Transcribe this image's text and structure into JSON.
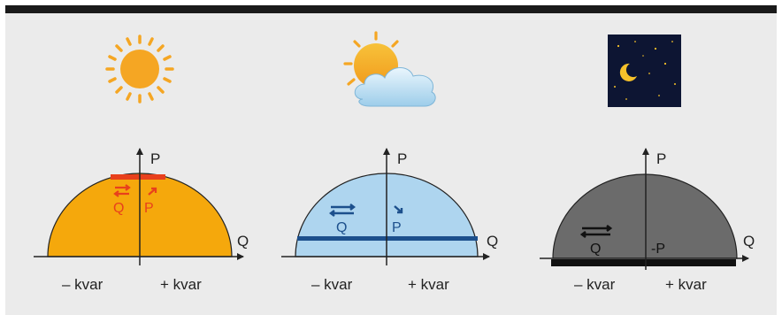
{
  "colors": {
    "top_bar": "#1a1a1a",
    "panel_bg": "#ebebeb",
    "sun": "#f5a623",
    "day_dome": "#f5a80c",
    "day_marker": "#e8401c",
    "cloudy_dome": "#aed5ef",
    "cloudy_marker": "#1c4f8c",
    "night_dome": "#6b6b6b",
    "night_marker": "#111111",
    "night_sky": "#0d1533",
    "moon": "#f6c12a",
    "cloud": "#cfe8f7"
  },
  "panels": [
    {
      "condition": "sun-icon",
      "axis_p": "P",
      "axis_q": "Q",
      "label_q": "Q",
      "label_p": "P",
      "left_label": "– kvar",
      "right_label": "+ kvar"
    },
    {
      "condition": "sun-behind-cloud-icon",
      "axis_p": "P",
      "axis_q": "Q",
      "label_q": "Q",
      "label_p": "P",
      "left_label": "– kvar",
      "right_label": "+ kvar"
    },
    {
      "condition": "night-sky-moon-icon",
      "axis_p": "P",
      "axis_q": "Q",
      "label_q": "Q",
      "label_p": "-P",
      "left_label": "– kvar",
      "right_label": "+ kvar"
    }
  ]
}
